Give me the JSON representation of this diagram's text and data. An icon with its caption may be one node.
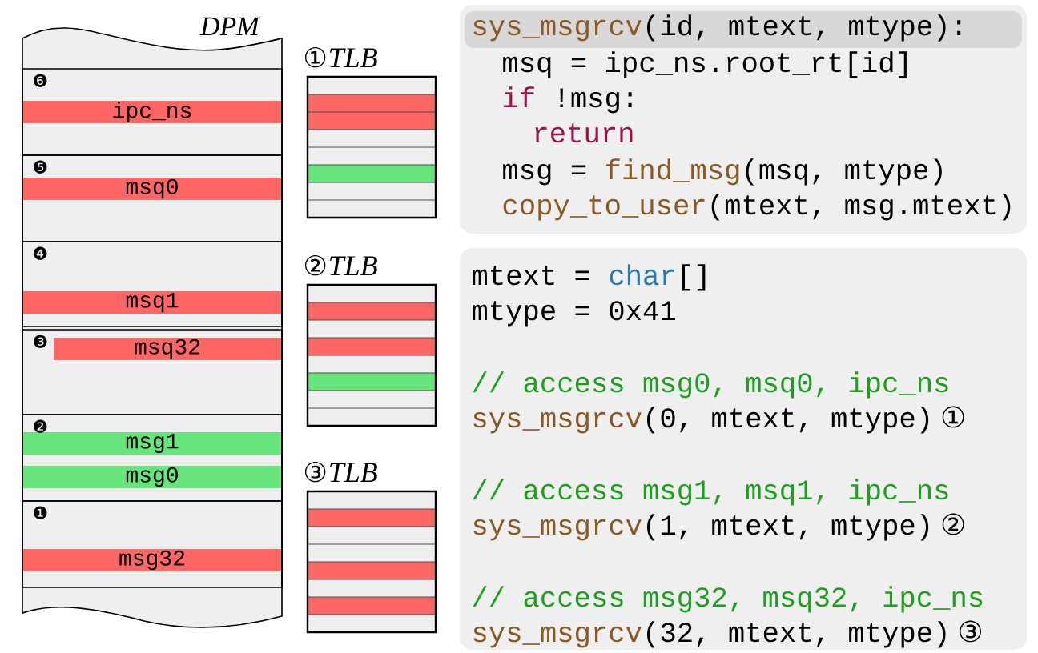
{
  "diagram": {
    "nodes": [
      {
        "text": [
          "DPM"
        ]
      },
      {
        "text": [
          "❻"
        ],
        "in": 0
      },
      {
        "text": [
          "ipc_ns"
        ],
        "in": 1
      },
      {
        "text": [
          "❺"
        ],
        "in": 0
      },
      {
        "text": [
          "msq0"
        ],
        "in": 3
      },
      {
        "text": [
          "❹"
        ],
        "in": 0
      },
      {
        "text": [
          "msq1"
        ],
        "in": 5
      },
      {
        "text": [
          "❸"
        ],
        "in": 0
      },
      {
        "text": [
          "msq32"
        ],
        "in": 7
      },
      {
        "text": [
          "❷"
        ],
        "in": 0
      },
      {
        "text": [
          "msg1"
        ],
        "in": 9
      },
      {
        "text": [
          "msg0"
        ],
        "in": 9
      },
      {
        "text": [
          "❶"
        ],
        "in": 0
      },
      {
        "text": [
          "msg32"
        ],
        "in": 12
      },
      {
        "text": [
          "①",
          "TLB"
        ]
      },
      {
        "text": [
          "②",
          "TLB"
        ]
      },
      {
        "text": [
          "③",
          "TLB"
        ]
      },
      {
        "text": [
          "sys_msgrcv",
          "(id, mtext, mtype):",
          "msq = ipc_ns.root_rt[id]",
          "if",
          "!msg:",
          "return",
          "msg =",
          "find_msg",
          "(msq, mtype)",
          "copy_to_user",
          "(mtext, msg.mtext)"
        ]
      },
      {
        "text": [
          "mtext =",
          "char",
          "[]",
          "mtype = 0x41",
          "// access msg0, msq0, ipc_ns",
          "sys_msgrcv",
          "(0, mtext, mtype)",
          "①",
          "// access msg1, msq1, ipc_ns",
          "sys_msgrcv",
          "(1, mtext, mtype)",
          "②",
          "// access msg32, msq32, ipc_ns",
          "sys_msgrcv",
          "(32, mtext, mtype)",
          "③"
        ]
      }
    ],
    "edges": []
  }
}
